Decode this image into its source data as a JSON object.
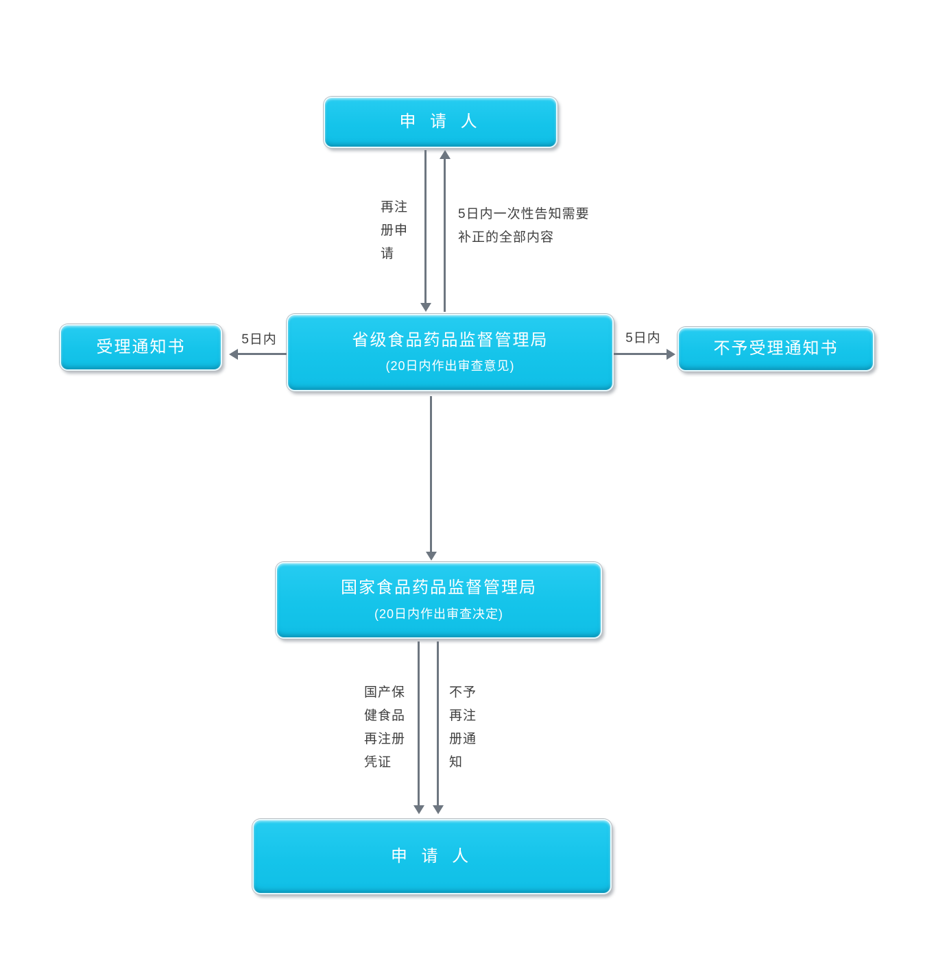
{
  "diagram": {
    "type": "flowchart",
    "colors": {
      "node_fill": "#15C4EA",
      "node_text": "#FFFFFF",
      "arrow": "#6D7680",
      "label_text": "#3F3F3F",
      "background": "#FFFFFF"
    },
    "nodes": {
      "applicant_top": {
        "label": "申 请 人"
      },
      "provincial": {
        "label": "省级食品药品监督管理局",
        "sublabel": "(20日内作出审查意见)"
      },
      "accept_notice": {
        "label": "受理通知书"
      },
      "reject_notice": {
        "label": "不予受理通知书"
      },
      "national": {
        "label": "国家食品药品监督管理局",
        "sublabel": "(20日内作出审查决定)"
      },
      "applicant_bottom": {
        "label": "申 请 人"
      }
    },
    "edges": {
      "reapply": {
        "label": "再注册申请",
        "from": "applicant_top",
        "to": "provincial",
        "direction": "down"
      },
      "correction": {
        "label": "5日内一次性告知需要补正的全部内容",
        "from": "provincial",
        "to": "applicant_top",
        "direction": "up"
      },
      "accept": {
        "label": "5日内",
        "from": "provincial",
        "to": "accept_notice",
        "direction": "left"
      },
      "reject": {
        "label": "5日内",
        "from": "provincial",
        "to": "reject_notice",
        "direction": "right"
      },
      "review": {
        "label": "",
        "from": "provincial",
        "to": "national",
        "direction": "down"
      },
      "cert": {
        "label": "国产保健食品再注册凭证",
        "from": "national",
        "to": "applicant_bottom",
        "direction": "down"
      },
      "denial": {
        "label": "不予再注册通知",
        "from": "national",
        "to": "applicant_bottom",
        "direction": "down"
      }
    }
  }
}
